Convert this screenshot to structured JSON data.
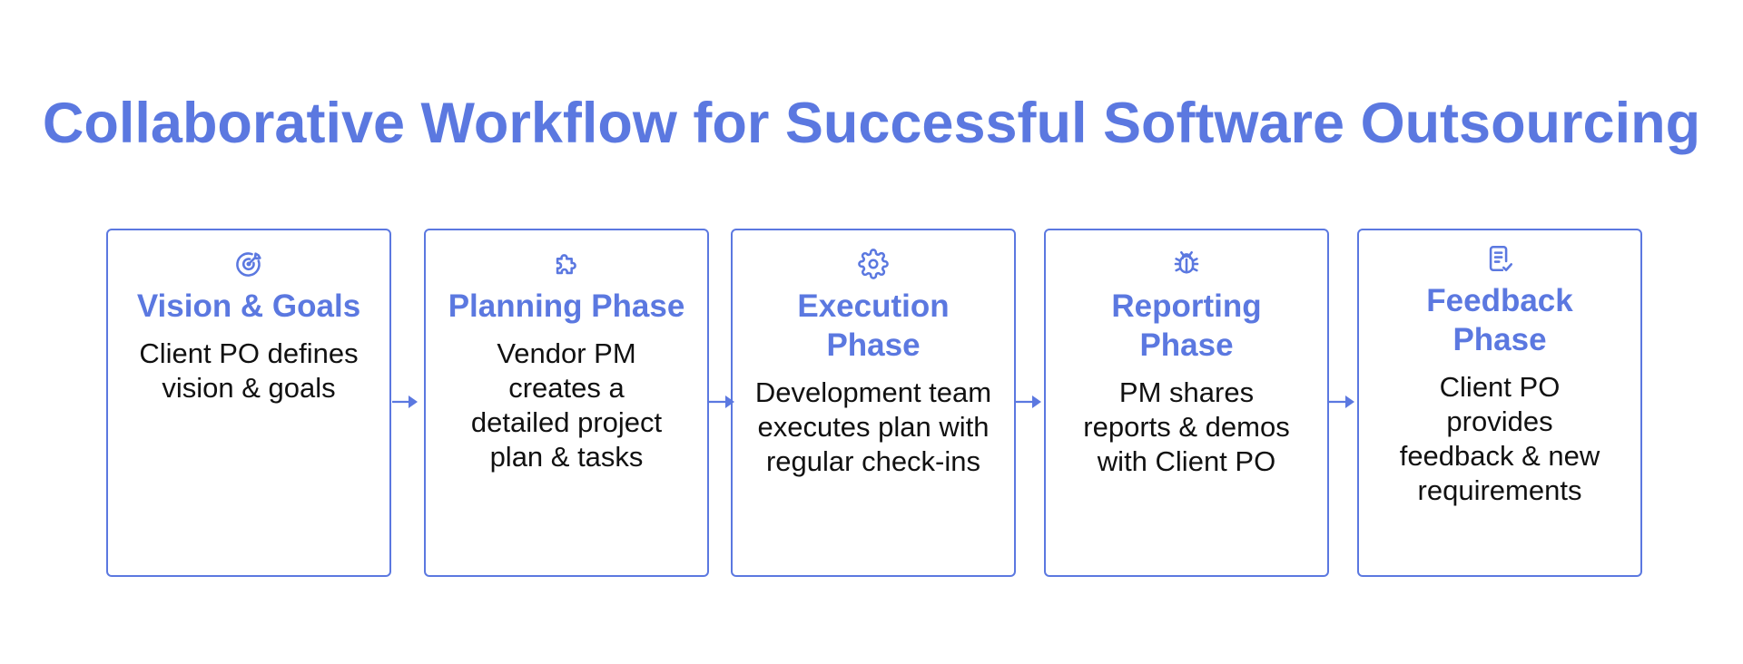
{
  "title": "Collaborative Workflow for Successful Software Outsourcing",
  "colors": {
    "accent": "#5b78e0",
    "text": "#111111",
    "background": "#ffffff"
  },
  "phases": [
    {
      "icon": "target-icon",
      "title": "Vision & Goals",
      "description": "Client PO defines vision & goals"
    },
    {
      "icon": "puzzle-icon",
      "title": "Planning Phase",
      "description": "Vendor PM creates a detailed project plan & tasks"
    },
    {
      "icon": "gear-icon",
      "title": "Execution Phase",
      "description": "Development team executes plan with regular check-ins"
    },
    {
      "icon": "bug-icon",
      "title": "Reporting Phase",
      "description": "PM shares reports & demos with Client PO"
    },
    {
      "icon": "document-check-icon",
      "title": "Feedback Phase",
      "description": "Client PO provides feedback & new requirements"
    }
  ]
}
